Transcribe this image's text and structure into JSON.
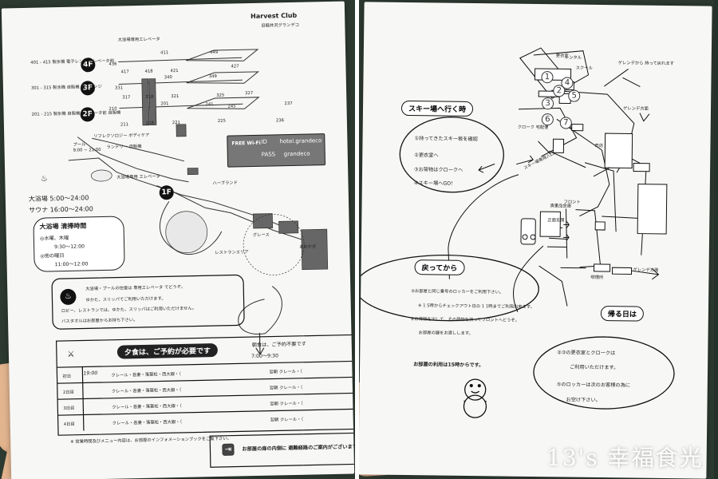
{
  "left_sheet": {
    "brand": "Harvest Club",
    "brand_sub": "旧軽井沢グランデコ",
    "elevator": "大浴場専用エレベータ",
    "floors": [
      "4F",
      "3F",
      "2F",
      "1F"
    ],
    "floor_notes": [
      "401 - 415 製氷機 電子レンジ エレベータ前",
      "301 - 315 製氷機 自販機 電子レンジ",
      "201 - 215 製氷機 自販機 エレベータ前 自販機"
    ],
    "room_numbers": [
      "436",
      "411",
      "449",
      "417",
      "418",
      "421",
      "427",
      "331",
      "340",
      "349",
      "317",
      "318",
      "321",
      "325",
      "327",
      "210",
      "201",
      "241",
      "211",
      "218",
      "221",
      "225",
      "245",
      "237",
      "236"
    ],
    "wifi": {
      "label": "FREE Wi-Fi",
      "id_label": "ID",
      "id": "hotel.grandeco",
      "pass_label": "PASS",
      "pass": "grandeco"
    },
    "area_labels": [
      "プール",
      "リフレクソロジー ボディケア",
      "ランドリー 自販機",
      "大浴場専用 エレベータ",
      "ハーブランド",
      "レストランエリア",
      "グレース",
      "あめかぜ"
    ],
    "pool_hours": "9:00 ~ 21:00",
    "bath_hours": "大浴場 5:00～24:00",
    "sauna_hours": "サウナ 16:00～24:00",
    "cleaning_title": "大浴場 清掃時間",
    "cleaning_days_1": "◎水曜、木曜",
    "cleaning_time_1": "9:30～12:00",
    "cleaning_days_2": "◎他の曜日",
    "cleaning_time_2": "11:00～12:00",
    "notice_title": "大浴場・プールの往復は 専用エレベータ でどうぞ。",
    "notice_1": "ゆかた、スリッパでご利用いただけます。",
    "notice_2": "ロビー、レストランでは、ゆかた、スリッパはご利用いただけません。",
    "notice_3": "バスタオルはお部屋からお持ち下さい。",
    "dinner_tag": "夕食は、ご予約が必要です",
    "breakfast_tag": "朝食は、ご予約不要です",
    "breakfast_time": "7:00～9:30",
    "meal_rows": [
      {
        "day": "初日",
        "time": "19:00",
        "dinner": "クレール・吾妻・落葉松・西大銀・（",
        "next": "翌朝 クレール・（"
      },
      {
        "day": "2日目",
        "time": "",
        "dinner": "クレール・吾妻・落葉松・西大銀・（",
        "next": "翌朝 クレール・（"
      },
      {
        "day": "3日目",
        "time": "",
        "dinner": "クレール・吾妻・落葉松・西大銀・（",
        "next": "翌朝 クレール・（"
      },
      {
        "day": "4日目",
        "time": "",
        "dinner": "クレール・吾妻・落葉松・西大銀・（",
        "next": "翌朝 クレール・（"
      }
    ],
    "footnote": "※ 営業時間及びメニュー内容は、お部屋のインフォメーションブックをご覧下さい。",
    "exit_notice": "お部屋の扉の内側に 避難経路のご案内がございます。"
  },
  "right_sheet": {
    "ski_title": "スキー場へ行く時",
    "ski_steps": [
      "①持ってきたスキー板を確認",
      "②更衣室へ",
      "③お荷物はクロークへ",
      "④スキー場へGO！"
    ],
    "return_title": "戻ってから",
    "return_1": "⑤お部屋と同じ番号のロッカーをご利用下さい。",
    "return_2": "※ 1 5時からチェックアウト日の 1 1時までご利用出来ます。",
    "return_3": "⑥お荷物を出して、その荷物を持ってフロントへどうぞ。",
    "return_4": "お部屋の鍵をお渡しします。",
    "room_note": "お部屋の利用は15時からです。",
    "leave_title": "帰る日は",
    "leave_1": "②③の更衣室とクロークは",
    "leave_2": "ご利用いただけます。",
    "leave_3": "⑤のロッカーは次のお客様の為に",
    "leave_4": "お空け下さい。",
    "map_labels": [
      "更衣室",
      "レンタル",
      "スクール",
      "ゲレンデから 持って戻れます",
      "ゲレンデ方面",
      "クローク 宅配便",
      "スキー場専用入口",
      "売店",
      "フロント",
      "貴重品金庫",
      "正面玄関",
      "喫煙所",
      "ゲレンデ方面"
    ],
    "circle_numbers": [
      "1",
      "2",
      "3",
      "4",
      "5",
      "6",
      "7"
    ]
  },
  "watermark": "13's 幸福食光"
}
